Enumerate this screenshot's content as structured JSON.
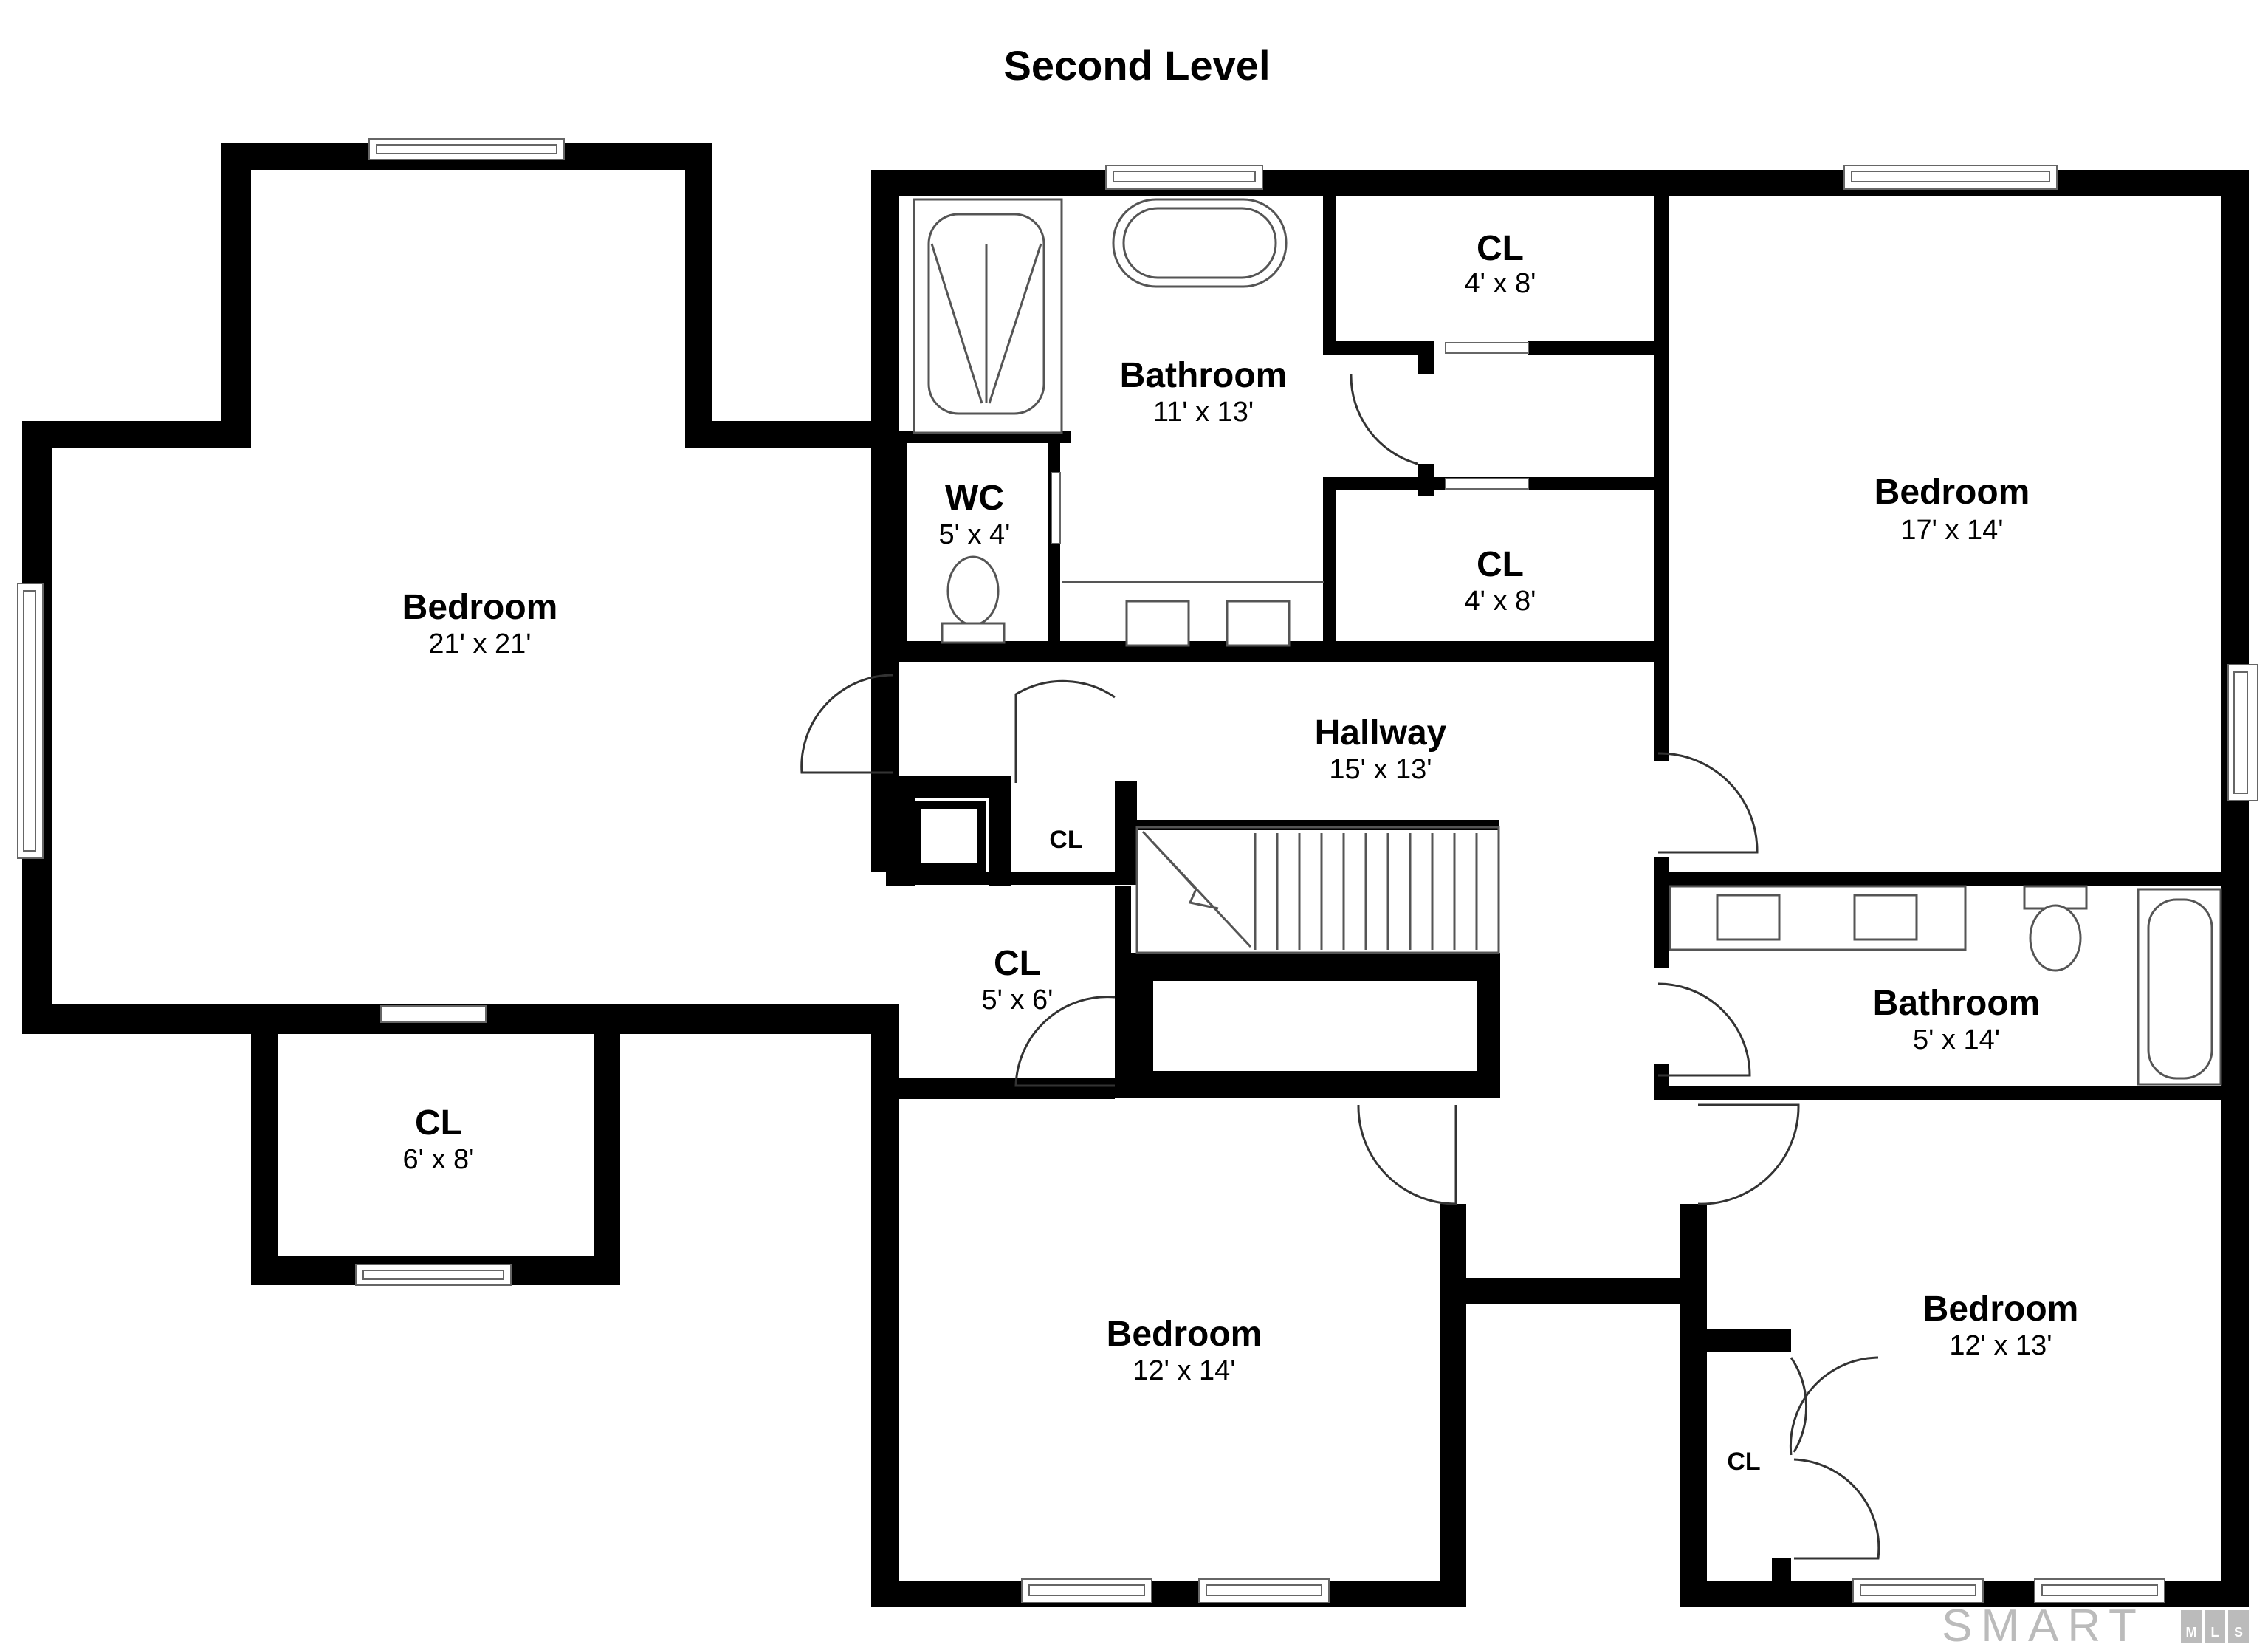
{
  "title": "Second Level",
  "rooms": {
    "bedroom_left": {
      "name": "Bedroom",
      "size": "21' x 21'"
    },
    "cl_left": {
      "name": "CL",
      "size": "6' x 8'"
    },
    "bathroom_top": {
      "name": "Bathroom",
      "size": "11' x 13'"
    },
    "wc": {
      "name": "WC",
      "size": "5' x 4'"
    },
    "cl_top": {
      "name": "CL",
      "size": "4' x 8'"
    },
    "cl_mid": {
      "name": "CL",
      "size": "4' x 8'"
    },
    "bedroom_right": {
      "name": "Bedroom",
      "size": "17' x 14'"
    },
    "hallway": {
      "name": "Hallway",
      "size": "15' x 13'"
    },
    "cl_small": {
      "name": "CL"
    },
    "cl_hall": {
      "name": "CL",
      "size": "5' x 6'"
    },
    "bathroom_right": {
      "name": "Bathroom",
      "size": "5' x 14'"
    },
    "bedroom_bottom_mid": {
      "name": "Bedroom",
      "size": "12' x 14'"
    },
    "bedroom_bottom_right": {
      "name": "Bedroom",
      "size": "12' x 13'"
    },
    "cl_bottom_right": {
      "name": "CL"
    }
  },
  "watermark": {
    "text": "SMART",
    "letters": [
      "M",
      "L",
      "S"
    ]
  },
  "colors": {
    "wall": "#000000",
    "background": "#ffffff",
    "fixture": "#555555",
    "watermark": "#bbbbbb"
  }
}
